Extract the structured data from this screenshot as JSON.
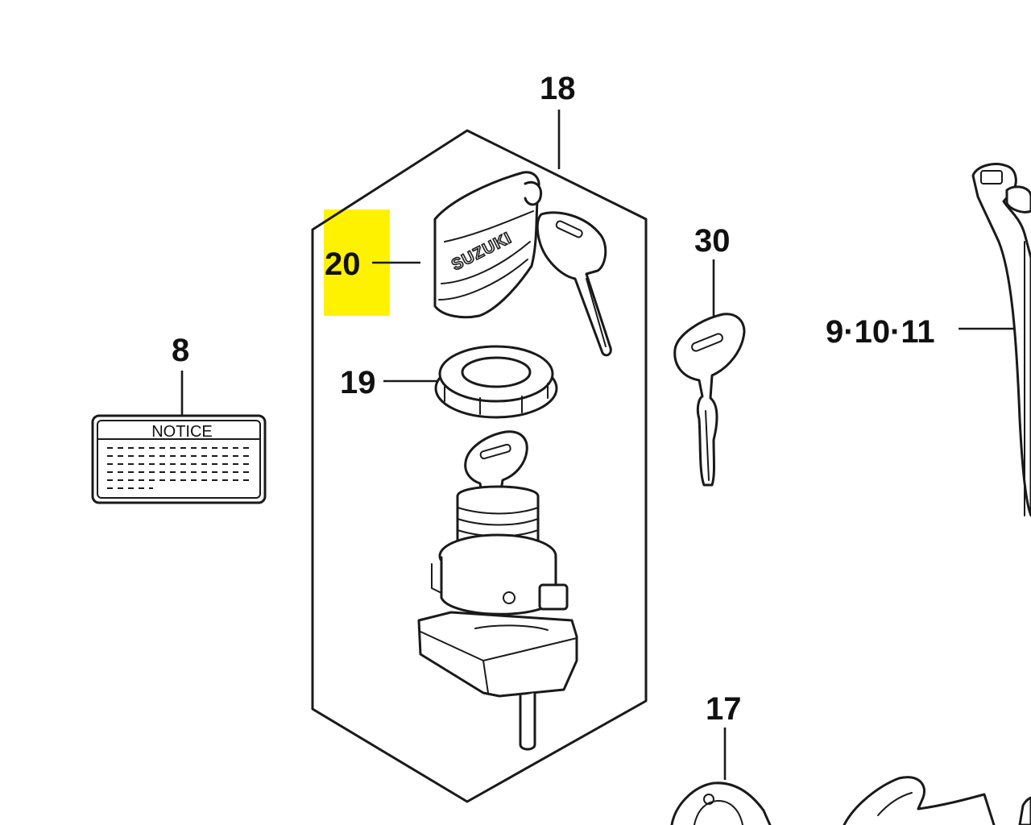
{
  "colors": {
    "line": "#1a1a1a",
    "highlight": "#fff200",
    "background": "#ffffff"
  },
  "labels": {
    "part_18": "18",
    "part_20": "20",
    "part_19": "19",
    "part_8": "8",
    "part_30": "30",
    "part_9_10_11": "9·10·11",
    "part_17": "17"
  },
  "notice_label": {
    "title": "NOTICE"
  },
  "cap_brand": "SUZUKI",
  "highlighted_part": "20"
}
